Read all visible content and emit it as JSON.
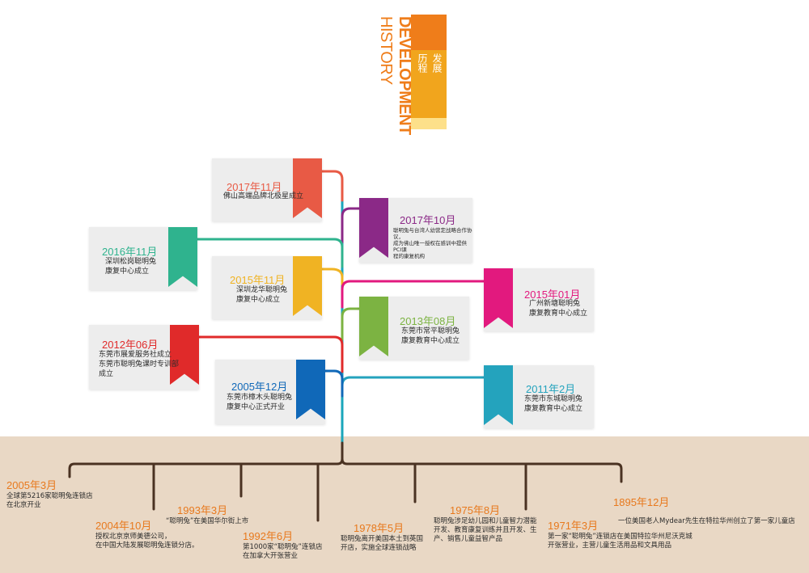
{
  "header": {
    "title_en_1": "DEVELOPMENT",
    "title_en_2": "HISTORY",
    "title_cn_1": "发展",
    "title_cn_2": "历程"
  },
  "colors": {
    "orange": "#ef7d1a",
    "gold": "#f5b21c",
    "pale_gold": "#fde08a",
    "trunk": "#1aa6bb",
    "root": "#4a3222",
    "ground": "#e9d8c5",
    "date_orange": "#e8791d"
  },
  "branches": [
    {
      "id": "b2017-11",
      "date": "2017年11月",
      "desc": "佛山高端品牌北极星成立",
      "color": "#e85a45"
    },
    {
      "id": "b2017-10",
      "date": "2017年10月",
      "desc": "聪明兔与台湾人幼营定战略合作协议，\n成为佛山唯一授权在感训中提供PCI课\n程的康复机构",
      "color": "#8b2987"
    },
    {
      "id": "b2016-11",
      "date": "2016年11月",
      "desc": "深圳松岗聪明兔\n康复中心成立",
      "color": "#2fb38e"
    },
    {
      "id": "b2015-11",
      "date": "2015年11月",
      "desc": "深圳龙华聪明兔\n康复中心成立",
      "color": "#f0b323"
    },
    {
      "id": "b2015-01",
      "date": "2015年01月",
      "desc": "广州新塘聪明兔\n康复教育中心成立",
      "color": "#e2197e"
    },
    {
      "id": "b2013-08",
      "date": "2013年08月",
      "desc": "东莞市常平聪明兔\n康复教育中心成立",
      "color": "#7cb342"
    },
    {
      "id": "b2012-06",
      "date": "2012年06月",
      "desc": "东莞市展爱服务社成立\n东莞市聪明兔课时专训部\n成立",
      "color": "#e02a2a"
    },
    {
      "id": "b2011-02",
      "date": "2011年2月",
      "desc": "东莞市东城聪明兔\n康复教育中心成立",
      "color": "#24a3bd"
    },
    {
      "id": "b2005-12",
      "date": "2005年12月",
      "desc": "东莞市樟木头聪明兔\n康复中心正式开业",
      "color": "#1068b8"
    }
  ],
  "roots": [
    {
      "id": "r2005-03",
      "date": "2005年3月",
      "desc": "全球第5216家聪明兔连锁店\n在北京开业"
    },
    {
      "id": "r2004-10",
      "date": "2004年10月",
      "desc": "授权北京京师美德公司，\n在中国大陆发展聪明兔连锁分店。"
    },
    {
      "id": "r1993-03",
      "date": "1993年3月",
      "desc": "“聪明兔”在美国华尔街上市"
    },
    {
      "id": "r1992-06",
      "date": "1992年6月",
      "desc": "第1000家“聪明兔”连锁店\n在加拿大开张营业"
    },
    {
      "id": "r1978-05",
      "date": "1978年5月",
      "desc": "聪明兔离开美国本土到英国\n开店，实施全球连锁战略"
    },
    {
      "id": "r1975-08",
      "date": "1975年8月",
      "desc": "聪明兔涉足幼儿园和儿童智力潜能\n开发、教育康复训练并且开发、生\n产、销售儿童益智产品"
    },
    {
      "id": "r1971-03",
      "date": "1971年3月",
      "desc": "第一家“聪明兔”连锁店在美国特拉华州尼沃克城\n开张营业，主营儿童生活用品和文具用品"
    },
    {
      "id": "r1895-12",
      "date": "1895年12月",
      "desc": "一位美国老人Mydear先生在特拉华州创立了第一家儿童店"
    }
  ]
}
